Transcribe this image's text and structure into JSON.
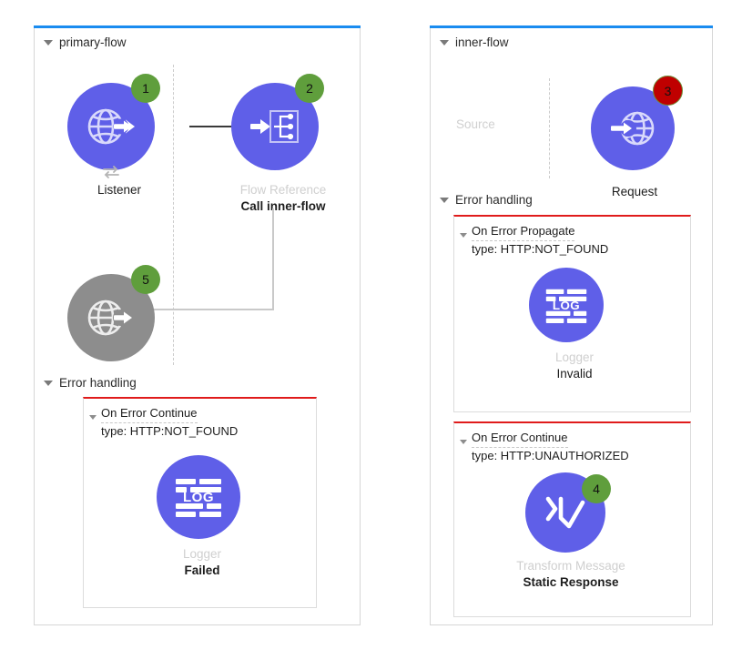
{
  "flows": [
    {
      "id": "primary-flow",
      "name": "primary-flow",
      "collapse_icon": "caret-down-icon",
      "source": {
        "type_label": "Listener",
        "name_label": "",
        "icon": "http-listener-globe-icon",
        "badge": "1",
        "badge_color": "#5f9e3c",
        "sub_icon": "exchange-arrows-icon"
      },
      "processors": [
        {
          "type_label": "Flow Reference",
          "name_label": "Call inner-flow",
          "icon": "flow-reference-icon",
          "badge": "2",
          "badge_color": "#5f9e3c"
        },
        {
          "type_label": "",
          "name_label": "",
          "icon": "http-request-globe-icon",
          "badge": "5",
          "badge_color": "#5f9e3c",
          "state": "disabled-grey"
        }
      ],
      "error_handling": {
        "label": "Error handling",
        "collapse_icon": "caret-down-icon",
        "handlers": [
          {
            "title": "On Error Continue",
            "subtitle": "type: HTTP:NOT_FOUND",
            "collapse_icon": "caret-down-icon",
            "accent_color": "#e01b1b",
            "processors": [
              {
                "type_label": "Logger",
                "name_label": "Failed",
                "icon": "logger-icon",
                "badge": null
              }
            ]
          }
        ]
      }
    },
    {
      "id": "inner-flow",
      "name": "inner-flow",
      "collapse_icon": "caret-down-icon",
      "source": {
        "placeholder": "Source"
      },
      "processors": [
        {
          "type_label": "",
          "name_label": "Request",
          "icon": "http-request-globe-icon",
          "badge": "3",
          "badge_color": "#bf0000"
        }
      ],
      "error_handling": {
        "label": "Error handling",
        "collapse_icon": "caret-down-icon",
        "handlers": [
          {
            "title": "On Error Propagate",
            "subtitle": "type: HTTP:NOT_FOUND",
            "collapse_icon": "caret-down-icon",
            "accent_color": "#e01b1b",
            "processors": [
              {
                "type_label": "Logger",
                "name_label": "Invalid",
                "icon": "logger-icon",
                "badge": null
              }
            ]
          },
          {
            "title": "On Error Continue",
            "subtitle": "type: HTTP:UNAUTHORIZED",
            "collapse_icon": "caret-down-icon",
            "accent_color": "#e01b1b",
            "processors": [
              {
                "type_label": "Transform Message",
                "name_label": "Static Response",
                "icon": "dataweave-transform-icon",
                "badge": "4",
                "badge_color": "#5f9e3c"
              }
            ]
          }
        ]
      }
    }
  ],
  "colors": {
    "node_blue": "#5f5fe8",
    "node_grey": "#8d8d8d",
    "badge_green": "#5f9e3c",
    "badge_red": "#bf0000",
    "panel_top_rule": "#1a8cf0",
    "error_accent": "#e01b1b",
    "muted_label": "#cfcfcf"
  }
}
